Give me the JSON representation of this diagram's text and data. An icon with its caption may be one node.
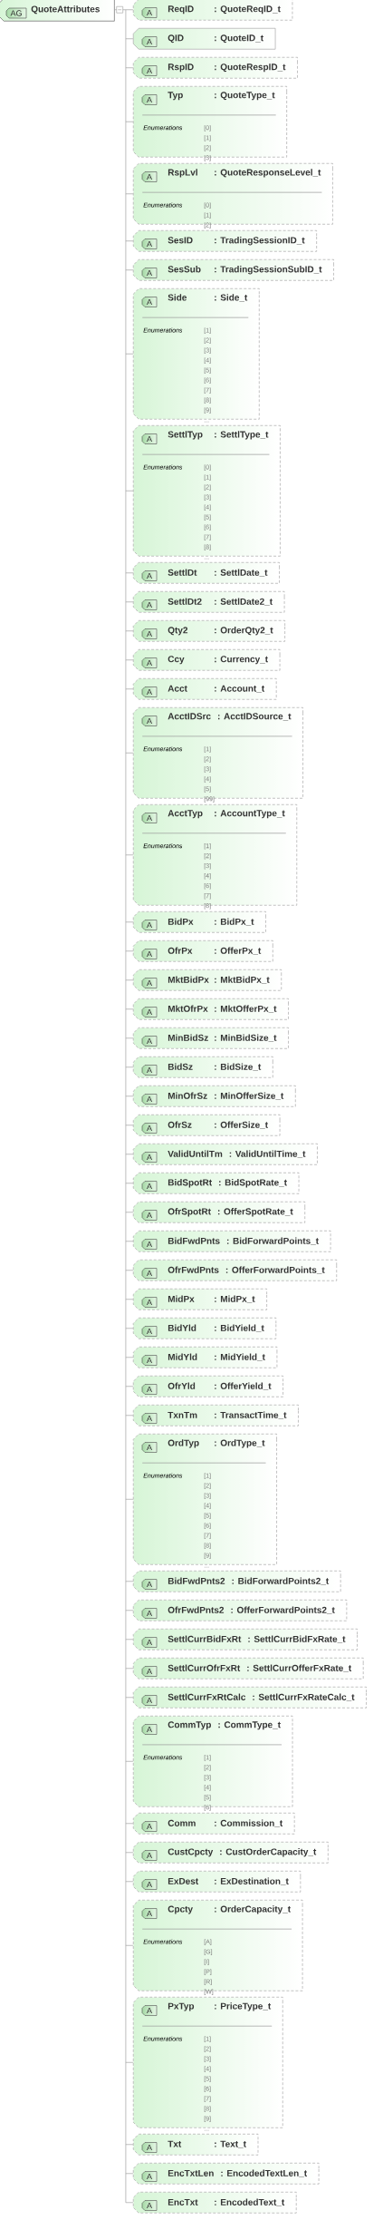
{
  "diagram": {
    "nodes": [
      {
        "text": [
          "AG",
          "QuoteAttributes"
        ]
      },
      {
        "text": [
          "A",
          "ReqID",
          ": QuoteReqID_t"
        ]
      },
      {
        "text": [
          "A",
          "QID",
          ": QuoteID_t"
        ]
      },
      {
        "text": [
          "A",
          "RspID",
          ": QuoteRespID_t"
        ]
      },
      {
        "text": [
          "A",
          "Typ",
          ": QuoteType_t",
          "Enumerations",
          "[0]",
          "[1]",
          "[2]",
          "[3]"
        ]
      },
      {
        "text": [
          "A",
          "RspLvl",
          ": QuoteResponseLevel_t",
          "Enumerations",
          "[0]",
          "[1]",
          "[2]"
        ]
      },
      {
        "text": [
          "A",
          "SesID",
          ": TradingSessionID_t"
        ]
      },
      {
        "text": [
          "A",
          "SesSub",
          ": TradingSessionSubID_t"
        ]
      },
      {
        "text": [
          "A",
          "Side",
          ": Side_t",
          "Enumerations",
          "[1]",
          "[2]",
          "[3]",
          "[4]",
          "[5]",
          "[6]",
          "[7]",
          "[8]",
          "[9]",
          "..."
        ]
      },
      {
        "text": [
          "A",
          "SettlTyp",
          ": SettlType_t",
          "Enumerations",
          "[0]",
          "[1]",
          "[2]",
          "[3]",
          "[4]",
          "[5]",
          "[6]",
          "[7]",
          "[8]",
          "..."
        ]
      },
      {
        "text": [
          "A",
          "SettlDt",
          ": SettlDate_t"
        ]
      },
      {
        "text": [
          "A",
          "SettlDt2",
          ": SettlDate2_t"
        ]
      },
      {
        "text": [
          "A",
          "Qty2",
          ": OrderQty2_t"
        ]
      },
      {
        "text": [
          "A",
          "Ccy",
          ": Currency_t"
        ]
      },
      {
        "text": [
          "A",
          "Acct",
          ": Account_t"
        ]
      },
      {
        "text": [
          "A",
          "AcctIDSrc",
          ": AcctIDSource_t",
          "Enumerations",
          "[1]",
          "[2]",
          "[3]",
          "[4]",
          "[5]",
          "[99]"
        ]
      },
      {
        "text": [
          "A",
          "AcctTyp",
          ": AccountType_t",
          "Enumerations",
          "[1]",
          "[2]",
          "[3]",
          "[4]",
          "[6]",
          "[7]",
          "[8]"
        ]
      },
      {
        "text": [
          "A",
          "BidPx",
          ": BidPx_t"
        ]
      },
      {
        "text": [
          "A",
          "OfrPx",
          ": OfferPx_t"
        ]
      },
      {
        "text": [
          "A",
          "MktBidPx",
          ": MktBidPx_t"
        ]
      },
      {
        "text": [
          "A",
          "MktOfrPx",
          ": MktOfferPx_t"
        ]
      },
      {
        "text": [
          "A",
          "MinBidSz",
          ": MinBidSize_t"
        ]
      },
      {
        "text": [
          "A",
          "BidSz",
          ": BidSize_t"
        ]
      },
      {
        "text": [
          "A",
          "MinOfrSz",
          ": MinOfferSize_t"
        ]
      },
      {
        "text": [
          "A",
          "OfrSz",
          ": OfferSize_t"
        ]
      },
      {
        "text": [
          "A",
          "ValidUntilTm",
          ": ValidUntilTime_t"
        ]
      },
      {
        "text": [
          "A",
          "BidSpotRt",
          ": BidSpotRate_t"
        ]
      },
      {
        "text": [
          "A",
          "OfrSpotRt",
          ": OfferSpotRate_t"
        ]
      },
      {
        "text": [
          "A",
          "BidFwdPnts",
          ": BidForwardPoints_t"
        ]
      },
      {
        "text": [
          "A",
          "OfrFwdPnts",
          ": OfferForwardPoints_t"
        ]
      },
      {
        "text": [
          "A",
          "MidPx",
          ": MidPx_t"
        ]
      },
      {
        "text": [
          "A",
          "BidYld",
          ": BidYield_t"
        ]
      },
      {
        "text": [
          "A",
          "MidYld",
          ": MidYield_t"
        ]
      },
      {
        "text": [
          "A",
          "OfrYld",
          ": OfferYield_t"
        ]
      },
      {
        "text": [
          "A",
          "TxnTm",
          ": TransactTime_t"
        ]
      },
      {
        "text": [
          "A",
          "OrdTyp",
          ": OrdType_t",
          "Enumerations",
          "[1]",
          "[2]",
          "[3]",
          "[4]",
          "[5]",
          "[6]",
          "[7]",
          "[8]",
          "[9]",
          "..."
        ]
      },
      {
        "text": [
          "A",
          "BidFwdPnts2",
          ": BidForwardPoints2_t"
        ]
      },
      {
        "text": [
          "A",
          "OfrFwdPnts2",
          ": OfferForwardPoints2_t"
        ]
      },
      {
        "text": [
          "A",
          "SettlCurrBidFxRt",
          ": SettlCurrBidFxRate_t"
        ]
      },
      {
        "text": [
          "A",
          "SettlCurrOfrFxRt",
          ": SettlCurrOfferFxRate_t"
        ]
      },
      {
        "text": [
          "A",
          "SettlCurrFxRtCalc",
          ": SettlCurrFxRateCalc_t"
        ]
      },
      {
        "text": [
          "A",
          "CommTyp",
          ": CommType_t",
          "Enumerations",
          "[1]",
          "[2]",
          "[3]",
          "[4]",
          "[5]",
          "[6]"
        ]
      },
      {
        "text": [
          "A",
          "Comm",
          ": Commission_t"
        ]
      },
      {
        "text": [
          "A",
          "CustCpcty",
          ": CustOrderCapacity_t"
        ]
      },
      {
        "text": [
          "A",
          "ExDest",
          ": ExDestination_t"
        ]
      },
      {
        "text": [
          "A",
          "Cpcty",
          ": OrderCapacity_t",
          "Enumerations",
          "[A]",
          "[G]",
          "[I]",
          "[P]",
          "[R]",
          "[W]"
        ]
      },
      {
        "text": [
          "A",
          "PxTyp",
          ": PriceType_t",
          "Enumerations",
          "[1]",
          "[2]",
          "[3]",
          "[4]",
          "[5]",
          "[6]",
          "[7]",
          "[8]",
          "[9]",
          "..."
        ]
      },
      {
        "text": [
          "A",
          "Txt",
          ": Text_t"
        ]
      },
      {
        "text": [
          "A",
          "EncTxtLen",
          ": EncodedTextLen_t"
        ]
      },
      {
        "text": [
          "A",
          "EncTxt",
          ": EncodedText_t"
        ]
      }
    ],
    "edges": [
      {
        "from": 0,
        "to": 1,
        "arrow": "none"
      },
      {
        "from": 0,
        "to": 2,
        "arrow": "none"
      },
      {
        "from": 0,
        "to": 3,
        "arrow": "none"
      },
      {
        "from": 0,
        "to": 4,
        "arrow": "none"
      },
      {
        "from": 0,
        "to": 5,
        "arrow": "none"
      },
      {
        "from": 0,
        "to": 6,
        "arrow": "none"
      },
      {
        "from": 0,
        "to": 7,
        "arrow": "none"
      },
      {
        "from": 0,
        "to": 8,
        "arrow": "none"
      },
      {
        "from": 0,
        "to": 9,
        "arrow": "none"
      },
      {
        "from": 0,
        "to": 10,
        "arrow": "none"
      },
      {
        "from": 0,
        "to": 11,
        "arrow": "none"
      },
      {
        "from": 0,
        "to": 12,
        "arrow": "none"
      },
      {
        "from": 0,
        "to": 13,
        "arrow": "none"
      },
      {
        "from": 0,
        "to": 14,
        "arrow": "none"
      },
      {
        "from": 0,
        "to": 15,
        "arrow": "none"
      },
      {
        "from": 0,
        "to": 16,
        "arrow": "none"
      },
      {
        "from": 0,
        "to": 17,
        "arrow": "none"
      },
      {
        "from": 0,
        "to": 18,
        "arrow": "none"
      },
      {
        "from": 0,
        "to": 19,
        "arrow": "none"
      },
      {
        "from": 0,
        "to": 20,
        "arrow": "none"
      },
      {
        "from": 0,
        "to": 21,
        "arrow": "none"
      },
      {
        "from": 0,
        "to": 22,
        "arrow": "none"
      },
      {
        "from": 0,
        "to": 23,
        "arrow": "none"
      },
      {
        "from": 0,
        "to": 24,
        "arrow": "none"
      },
      {
        "from": 0,
        "to": 25,
        "arrow": "none"
      },
      {
        "from": 0,
        "to": 26,
        "arrow": "none"
      },
      {
        "from": 0,
        "to": 27,
        "arrow": "none"
      },
      {
        "from": 0,
        "to": 28,
        "arrow": "none"
      },
      {
        "from": 0,
        "to": 29,
        "arrow": "none"
      },
      {
        "from": 0,
        "to": 30,
        "arrow": "none"
      },
      {
        "from": 0,
        "to": 31,
        "arrow": "none"
      },
      {
        "from": 0,
        "to": 32,
        "arrow": "none"
      },
      {
        "from": 0,
        "to": 33,
        "arrow": "none"
      },
      {
        "from": 0,
        "to": 34,
        "arrow": "none"
      },
      {
        "from": 0,
        "to": 35,
        "arrow": "none"
      },
      {
        "from": 0,
        "to": 36,
        "arrow": "none"
      },
      {
        "from": 0,
        "to": 37,
        "arrow": "none"
      },
      {
        "from": 0,
        "to": 38,
        "arrow": "none"
      },
      {
        "from": 0,
        "to": 39,
        "arrow": "none"
      },
      {
        "from": 0,
        "to": 40,
        "arrow": "none"
      },
      {
        "from": 0,
        "to": 41,
        "arrow": "none"
      },
      {
        "from": 0,
        "to": 42,
        "arrow": "none"
      },
      {
        "from": 0,
        "to": 43,
        "arrow": "none"
      },
      {
        "from": 0,
        "to": 44,
        "arrow": "none"
      },
      {
        "from": 0,
        "to": 45,
        "arrow": "none"
      },
      {
        "from": 0,
        "to": 46,
        "arrow": "none"
      },
      {
        "from": 0,
        "to": 47,
        "arrow": "none"
      },
      {
        "from": 0,
        "to": 48,
        "arrow": "none"
      },
      {
        "from": 0,
        "to": 49,
        "arrow": "none"
      }
    ]
  }
}
